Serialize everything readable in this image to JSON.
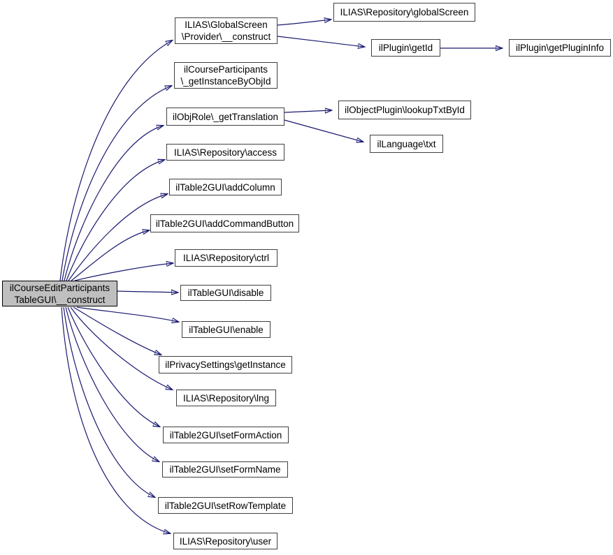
{
  "diagram": {
    "type": "call-graph",
    "colors": {
      "background": "#ffffff",
      "edge": "#191970",
      "node_border": "#404040",
      "node_fill": "#ffffff",
      "highlight_node_fill": "#bfbfbf",
      "text": "#000000"
    },
    "nodes": {
      "main": {
        "label": "ilCourseEditParticipants\nTableGUI\\__construct"
      },
      "provider_construct": {
        "label": "ILIAS\\GlobalScreen\n\\Provider\\__construct"
      },
      "get_instance_by_obj_id": {
        "label": "ilCourseParticipants\n\\_getInstanceByObjId"
      },
      "get_translation": {
        "label": "ilObjRole\\_getTranslation"
      },
      "access": {
        "label": "ILIAS\\Repository\\access"
      },
      "add_column": {
        "label": "ilTable2GUI\\addColumn"
      },
      "add_command_button": {
        "label": "ilTable2GUI\\addCommandButton"
      },
      "ctrl": {
        "label": "ILIAS\\Repository\\ctrl"
      },
      "disable": {
        "label": "ilTableGUI\\disable"
      },
      "enable": {
        "label": "ilTableGUI\\enable"
      },
      "privacy_get_instance": {
        "label": "ilPrivacySettings\\getInstance"
      },
      "lng": {
        "label": "ILIAS\\Repository\\lng"
      },
      "set_form_action": {
        "label": "ilTable2GUI\\setFormAction"
      },
      "set_form_name": {
        "label": "ilTable2GUI\\setFormName"
      },
      "set_row_template": {
        "label": "ilTable2GUI\\setRowTemplate"
      },
      "user": {
        "label": "ILIAS\\Repository\\user"
      },
      "global_screen": {
        "label": "ILIAS\\Repository\\globalScreen"
      },
      "get_id": {
        "label": "ilPlugin\\getId"
      },
      "get_plugin_info": {
        "label": "ilPlugin\\getPluginInfo"
      },
      "lookup_txt_by_id": {
        "label": "ilObjectPlugin\\lookupTxtById"
      },
      "txt": {
        "label": "ilLanguage\\txt"
      }
    },
    "edges": [
      {
        "from": "main",
        "to": "provider_construct"
      },
      {
        "from": "main",
        "to": "get_instance_by_obj_id"
      },
      {
        "from": "main",
        "to": "get_translation"
      },
      {
        "from": "main",
        "to": "access"
      },
      {
        "from": "main",
        "to": "add_column"
      },
      {
        "from": "main",
        "to": "add_command_button"
      },
      {
        "from": "main",
        "to": "ctrl"
      },
      {
        "from": "main",
        "to": "disable"
      },
      {
        "from": "main",
        "to": "enable"
      },
      {
        "from": "main",
        "to": "privacy_get_instance"
      },
      {
        "from": "main",
        "to": "lng"
      },
      {
        "from": "main",
        "to": "set_form_action"
      },
      {
        "from": "main",
        "to": "set_form_name"
      },
      {
        "from": "main",
        "to": "set_row_template"
      },
      {
        "from": "main",
        "to": "user"
      },
      {
        "from": "provider_construct",
        "to": "global_screen"
      },
      {
        "from": "provider_construct",
        "to": "get_id"
      },
      {
        "from": "get_id",
        "to": "get_plugin_info"
      },
      {
        "from": "get_translation",
        "to": "lookup_txt_by_id"
      },
      {
        "from": "get_translation",
        "to": "txt"
      }
    ]
  }
}
